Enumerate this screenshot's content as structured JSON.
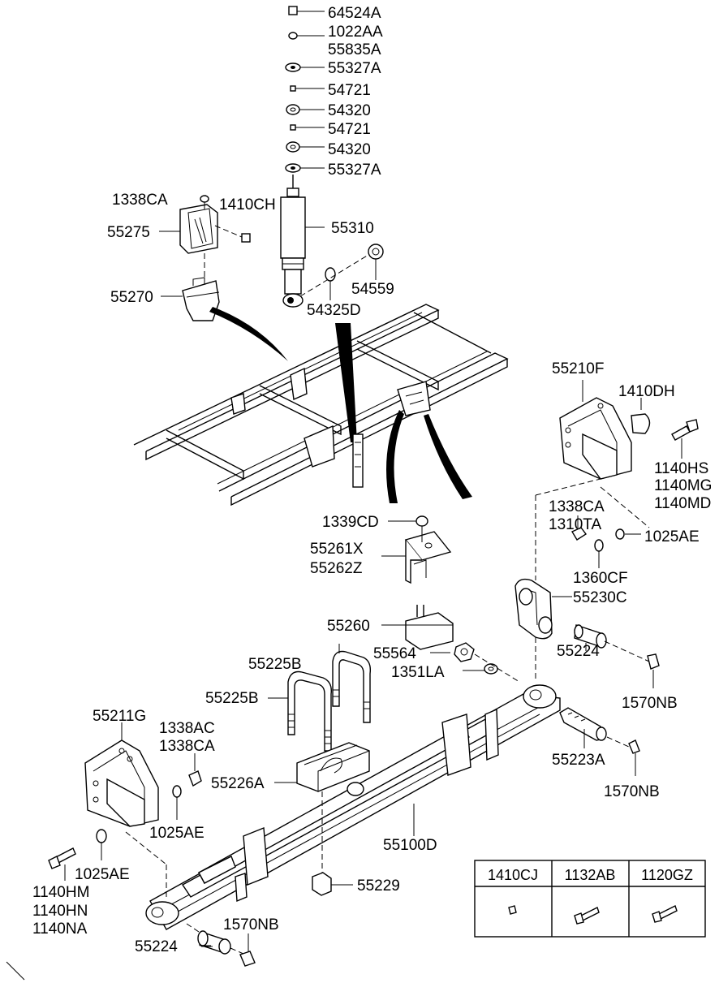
{
  "labels": {
    "l64524A": "64524A",
    "l1022AA": "1022AA",
    "l55835A": "55835A",
    "l55327A_1": "55327A",
    "l54721_1": "54721",
    "l54320_1": "54320",
    "l54721_2": "54721",
    "l54320_2": "54320",
    "l55327A_2": "55327A",
    "l1338CA_1": "1338CA",
    "l1410CH": "1410CH",
    "l55275": "55275",
    "l55310": "55310",
    "l54559": "54559",
    "l55270": "55270",
    "l54325D": "54325D",
    "l55210F": "55210F",
    "l1410DH": "1410DH",
    "l1140HS": "1140HS",
    "l1140MG": "1140MG",
    "l1140MD": "1140MD",
    "l1338CA_2": "1338CA",
    "l1310TA": "1310TA",
    "l1025AE_1": "1025AE",
    "l1339CD": "1339CD",
    "l55261X": "55261X",
    "l55262Z": "55262Z",
    "l1360CF": "1360CF",
    "l55230C": "55230C",
    "l55260": "55260",
    "l55224_1": "55224",
    "l55564": "55564",
    "l1351LA": "1351LA",
    "l55225B_1": "55225B",
    "l55225B_2": "55225B",
    "l1570NB_1": "1570NB",
    "l55211G": "55211G",
    "l1338AC": "1338AC",
    "l1338CA_3": "1338CA",
    "l55223A": "55223A",
    "l55226A": "55226A",
    "l1570NB_2": "1570NB",
    "l1025AE_2": "1025AE",
    "l55100D": "55100D",
    "l1140HM": "1140HM",
    "l1140HN": "1140HN",
    "l1140NA": "1140NA",
    "l1025AE_3": "1025AE",
    "l55229": "55229",
    "l1570NB_3": "1570NB",
    "l55224_2": "55224"
  },
  "parts_table": {
    "headers": [
      "1410CJ",
      "1132AB",
      "1120GZ"
    ]
  }
}
